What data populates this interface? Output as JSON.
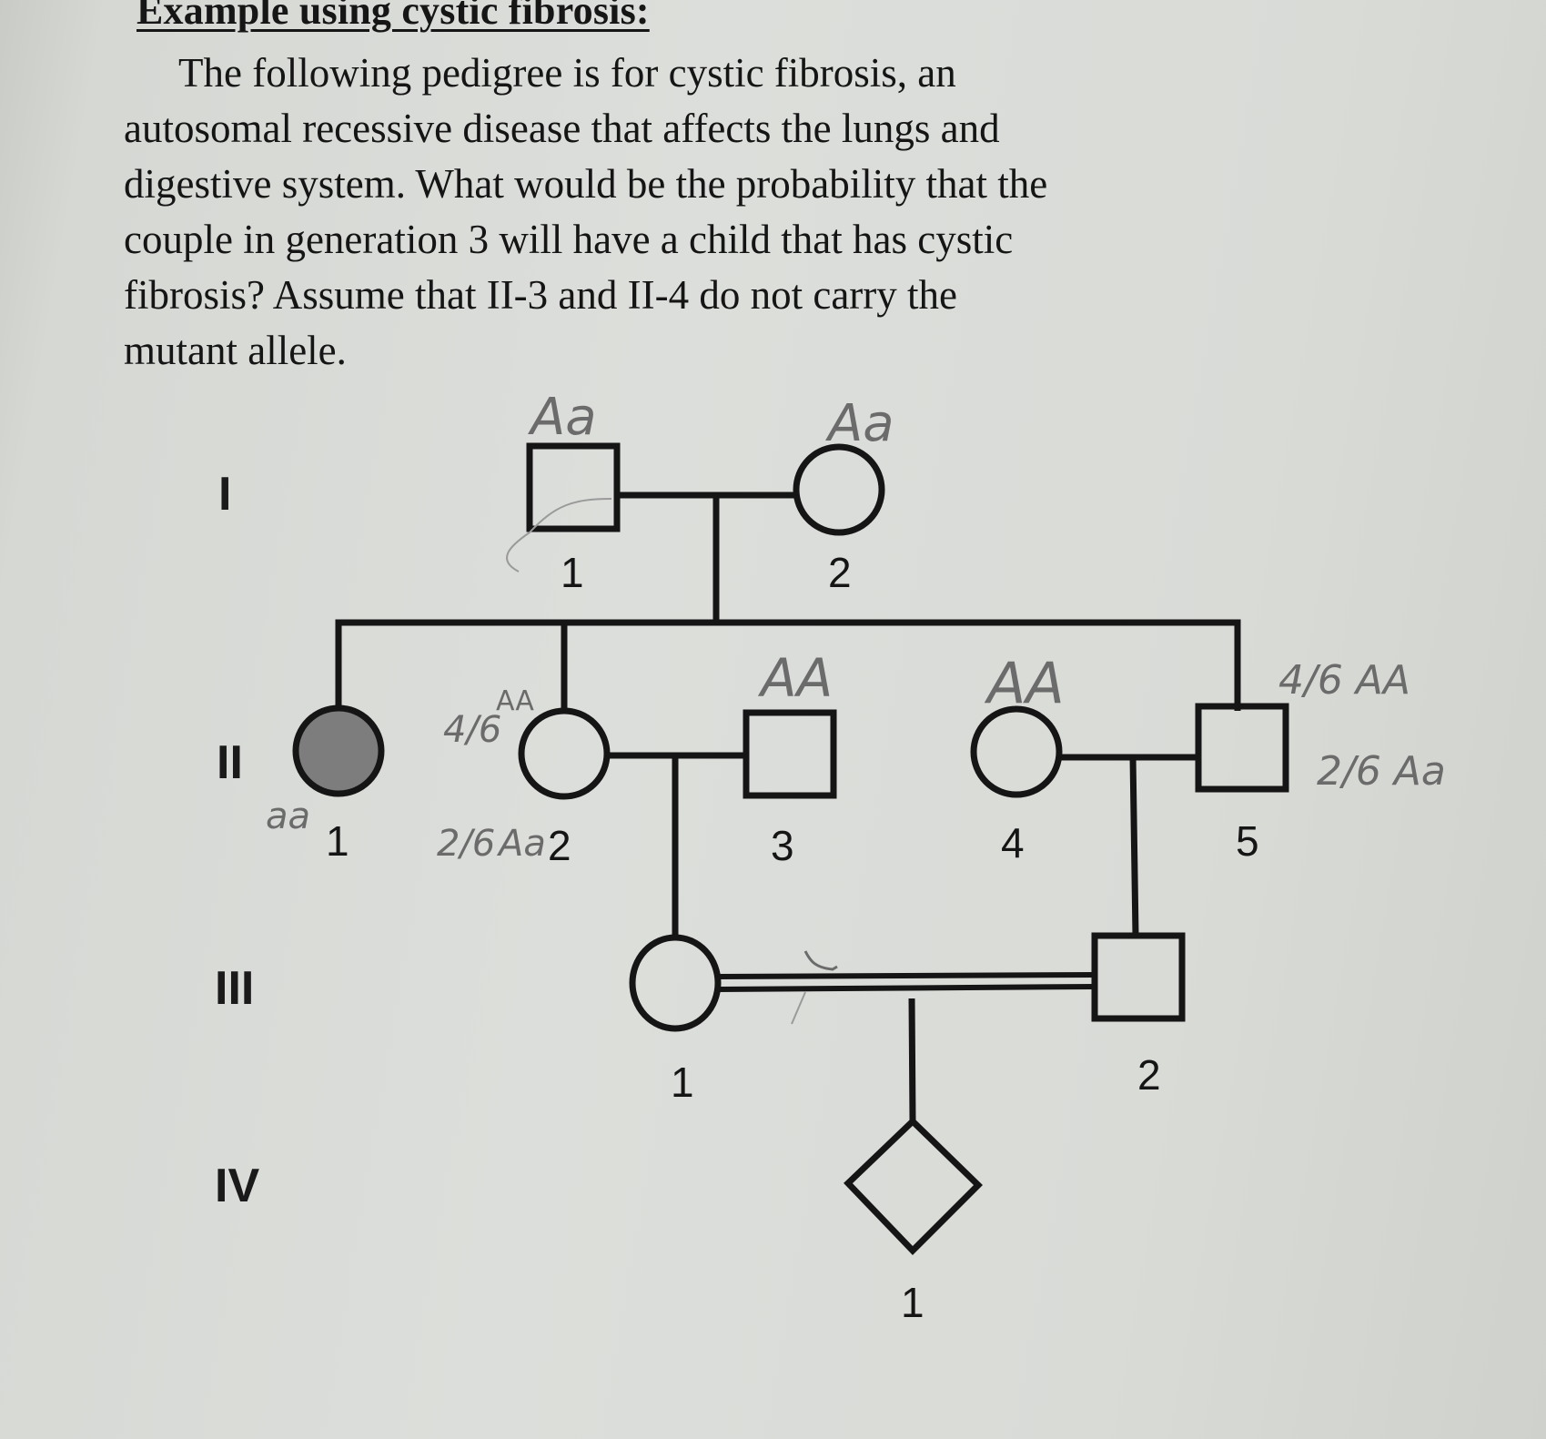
{
  "document": {
    "heading": "Example using cystic fibrosis:",
    "problem_lines": [
      "The following pedigree is for cystic fibrosis, an",
      "autosomal recessive disease that affects the lungs and",
      "digestive system. What would be the probability that the",
      "couple in generation 3 will have a child that has cystic",
      "fibrosis?  Assume that II-3 and II-4 do not carry the",
      "mutant allele."
    ]
  },
  "pedigree": {
    "generations": [
      "I",
      "II",
      "III",
      "IV"
    ],
    "individuals": {
      "I_1": {
        "number": "1",
        "sex": "male",
        "affected": false,
        "annotation": "Aa"
      },
      "I_2": {
        "number": "2",
        "sex": "female",
        "affected": false,
        "annotation": "Aa"
      },
      "II_1": {
        "number": "1",
        "sex": "female",
        "affected": true,
        "annotation": "aa"
      },
      "II_2": {
        "number": "2",
        "sex": "female",
        "affected": false,
        "annotation_top": "4/6 AA",
        "annotation_top_frac": "4/6",
        "annotation_top_geno": "AA",
        "annotation_bottom_frac": "2/6",
        "annotation_bottom_geno": "Aa"
      },
      "II_3": {
        "number": "3",
        "sex": "male",
        "affected": false,
        "annotation": "AA"
      },
      "II_4": {
        "number": "4",
        "sex": "female",
        "affected": false,
        "annotation": "AA"
      },
      "II_5": {
        "number": "5",
        "sex": "male",
        "affected": false,
        "annotation_line1": "4/6 AA",
        "annotation_line2": "2/6 Aa"
      },
      "III_1": {
        "number": "1",
        "sex": "female",
        "affected": false
      },
      "III_2": {
        "number": "2",
        "sex": "male",
        "affected": false
      },
      "IV_1": {
        "number": "1",
        "sex": "unknown",
        "affected": false
      }
    },
    "consanguineous_mating": "III-1 x III-2 (double line)",
    "colors": {
      "ink": "#151515",
      "affected_fill": "#7d7d7d",
      "pencil": "#6b6b6b",
      "paper": "#dadcd8"
    }
  }
}
